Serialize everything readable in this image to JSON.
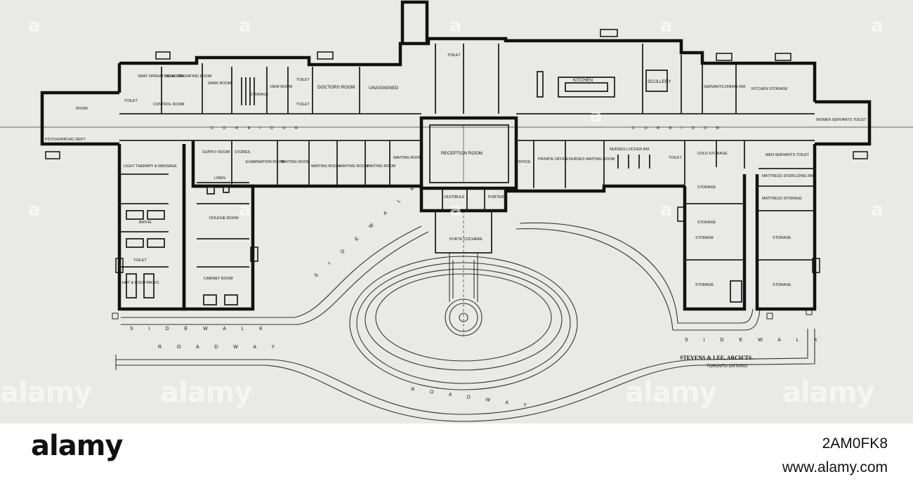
{
  "rooms": {
    "xray1": "XRAY OPERATING ROOM",
    "xray2": "XRAY OPERATING ROOM",
    "control": "CONTROL ROOM",
    "dark": "DARK ROOM",
    "storage_small": "STORAGE",
    "view": "VIEW ROOM",
    "toilet_a": "TOILET",
    "toilet_b": "TOILET",
    "doctors": "DOCTORS ROOM",
    "unassigned": "UNASSIGNED",
    "toilet_c": "TOILET",
    "kitchen": "KITCHEN",
    "scullery": "SCULLERY",
    "servants_dining": "SERVANTS DINING RM.",
    "kitchen_storage": "KITCHEN STORAGE",
    "women_servants": "WOMEN SERVANTS TOILET",
    "room": "ROOM",
    "toilet_d": "TOILET",
    "psychopathic": "PSYCHOPATHIC DEPT.",
    "light_therapy": "LIGHT THERAPY & MASSAGE",
    "baths": "BATHS",
    "toilet_e": "TOILET",
    "hot_cold": "HOT & COLD PACKS",
    "supply": "SUPPLY ROOM",
    "stores": "STORES",
    "examination": "EXAMINATION ROOM",
    "linen": "LINEN",
    "waiting1": "WAITING ROOM",
    "waiting2": "WAITING ROOM",
    "waiting3": "WAITING ROOM",
    "waiting4": "WAITING ROOM",
    "waiting5": "WAITING ROOM",
    "douche": "DOUCHE ROOM",
    "cabinet": "CABINET ROOM",
    "reception": "RECEPTION ROOM",
    "vestibule": "VESTIBULE",
    "porter": "PORTER",
    "office": "OFFICE",
    "private_office": "PRIVATE OFFICE",
    "nurses_waiting": "NURSES WAITING ROOM",
    "nurses_locker": "NURSES LOCKER RM.",
    "toilet_f": "TOILET",
    "cold_storage": "COLD STORAGE",
    "men_servants": "MEN SERVANTS TOILET",
    "mattress_sterilizing": "MATTRESS STERILIZING RM.",
    "mattress_storage": "MATTRESS STORAGE",
    "storage1": "STORAGE",
    "storage2": "STORAGE",
    "storage3": "STORAGE",
    "storage4": "STORAGE",
    "storage5": "STORAGE",
    "storage6": "STORAGE",
    "porte_cochere": "PORTE COCHERE"
  },
  "corridor_left": "C O R R I D O R",
  "corridor_right": "C O R R I D O R",
  "sidewalk_curve": "S I D E W A L K",
  "sidewalk_left": "S I D E W A L K",
  "sidewalk_right": "S I D E W A L K",
  "roadway_left": "R O A D W A Y",
  "roadway_curve": "R O A D W A Y",
  "architects": "STEVENS & LEE, ARCH'TS.",
  "city": "TORONTO   ONTARIO",
  "footer": {
    "logo": "alamy",
    "image_id": "2AM0FK8",
    "site": "www.alamy.com"
  },
  "watermarks": [
    "alamy",
    "alamy",
    "alamy",
    "alamy",
    "a",
    "a",
    "a",
    "a",
    "a",
    "a",
    "a",
    "a",
    "a",
    "a",
    "a"
  ]
}
